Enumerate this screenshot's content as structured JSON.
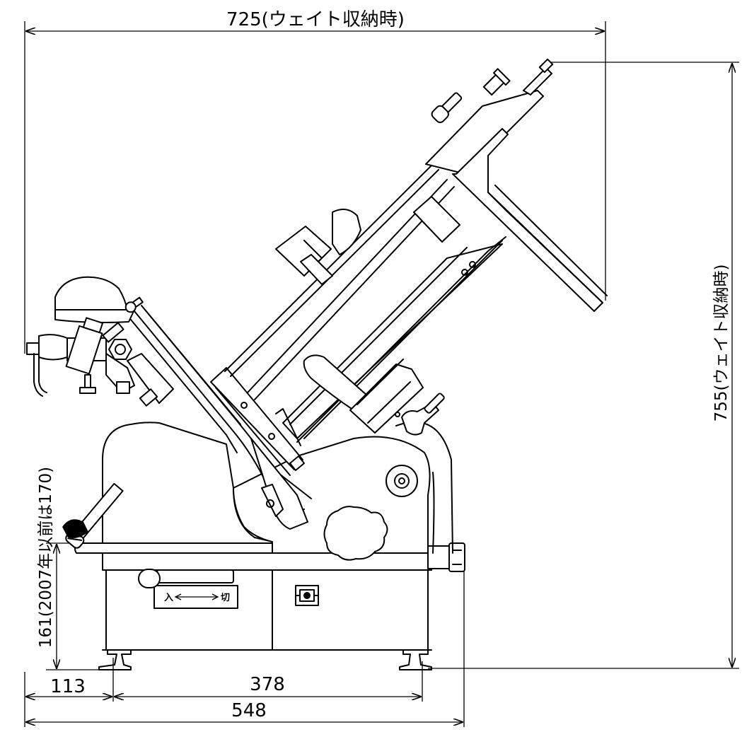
{
  "dimensions": {
    "overall_width": "725(ウェイト収納時)",
    "overall_height": "755(ウェイト収納時)",
    "table_height": "161(2007年以前は170)",
    "front_offset": "113",
    "foot_span": "378",
    "base_width": "548"
  },
  "switch_label": {
    "on": "入",
    "off": "切"
  },
  "colors": {
    "line": "#000000",
    "background": "#ffffff"
  }
}
